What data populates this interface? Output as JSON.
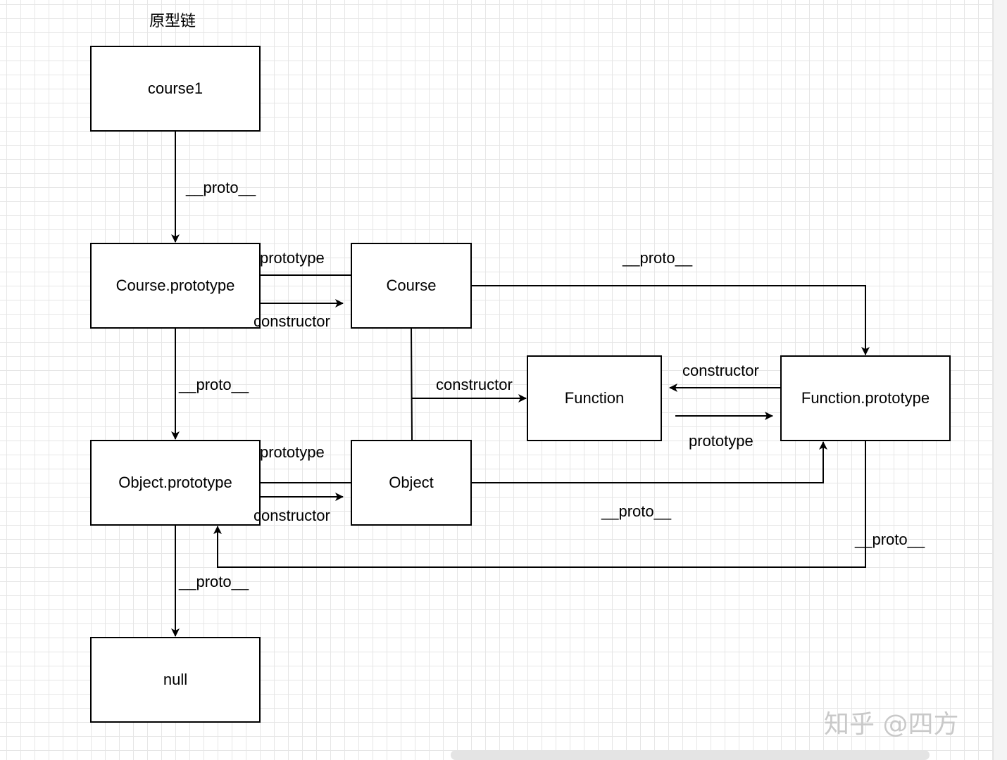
{
  "title": "原型链",
  "nodes": {
    "course1": "course1",
    "course_prototype": "Course.prototype",
    "course": "Course",
    "object_prototype": "Object.prototype",
    "object": "Object",
    "null": "null",
    "function": "Function",
    "function_prototype": "Function.prototype"
  },
  "edge_labels": {
    "course1_proto": "__proto__",
    "course_prototype_edge": "prototype",
    "course_constructor_edge": "constructor",
    "course_proto": "__proto__",
    "course_prototype_proto": "__proto__",
    "object_constructor_function": "constructor",
    "function_constructor_edge": "constructor",
    "function_prototype_edge": "prototype",
    "object_prototype_edge": "prototype",
    "object_constructor_edge": "constructor",
    "object_proto": "__proto__",
    "function_prototype_proto": "__proto__",
    "object_prototype_proto": "__proto__"
  },
  "watermark": "知乎 @四方"
}
